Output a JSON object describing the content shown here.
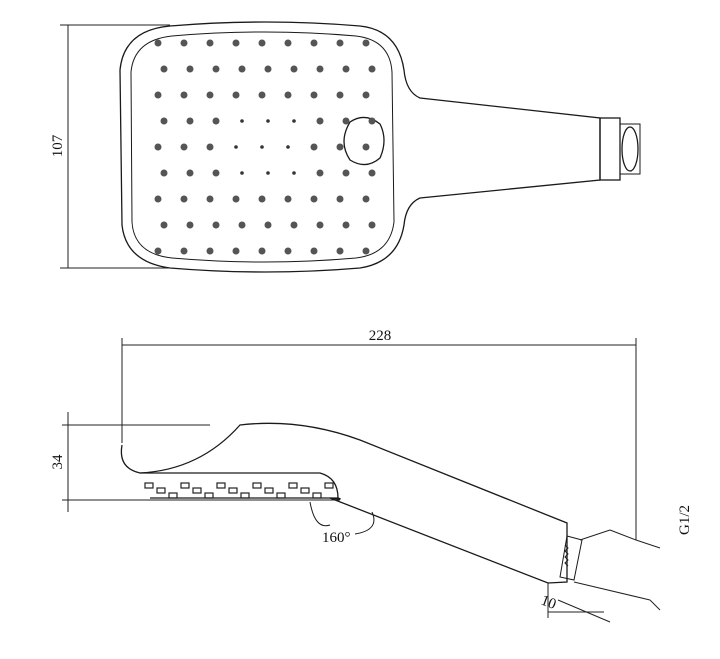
{
  "drawing": {
    "top_view": {
      "width_dimension": "107"
    },
    "side_view": {
      "length_dimension": "228",
      "height_dimension": "34",
      "angle_label": "160°",
      "connector_length": "10",
      "thread_label": "G1/2"
    }
  }
}
